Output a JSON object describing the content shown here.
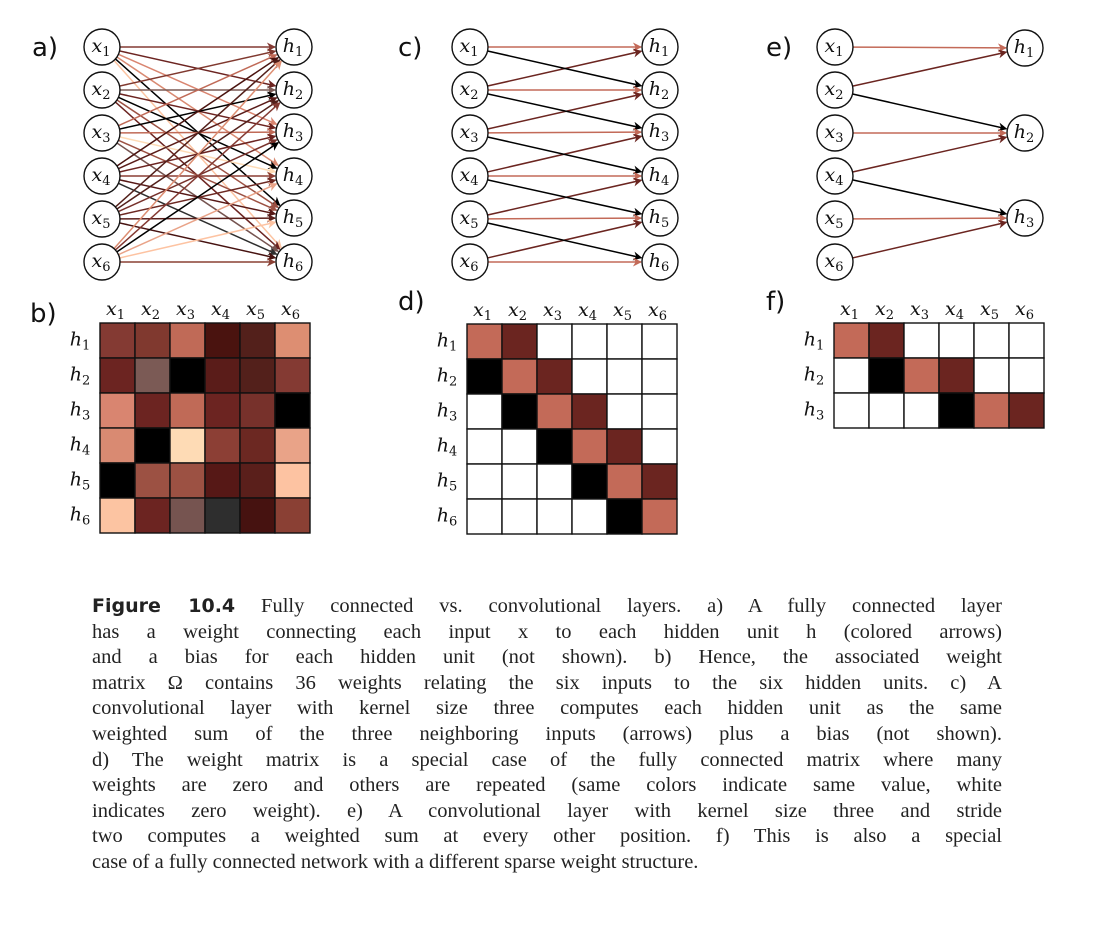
{
  "figure": {
    "number_label": "Figure 10.4",
    "caption_lines": [
      " Fully connected vs. convolutional layers. a) A fully connected layer",
      "has a weight connecting each input x to each hidden unit h (colored arrows)",
      "and a bias for each hidden unit (not shown). b) Hence, the associated weight",
      "matrix Ω contains 36 weights relating the six inputs to the six hidden units. c) A",
      "convolutional layer with kernel size three computes each hidden unit as the same",
      "weighted sum of the three neighboring inputs (arrows) plus a bias (not shown).",
      "d) The weight matrix is a special case of the fully connected matrix where many",
      "weights are zero and others are repeated (same colors indicate same value, white",
      "indicates zero weight). e) A convolutional layer with kernel size three and stride",
      "two computes a weighted sum at every other position. f) This is also a special",
      "case of a fully connected network with a different sparse weight structure."
    ]
  },
  "colors": {
    "kernel_left": "#c36a58",
    "kernel_mid": "#6b2520",
    "kernel_right": "#000000",
    "zero": "#ffffff"
  },
  "panels": {
    "a": {
      "label": "a)",
      "inputs": [
        "x1",
        "x2",
        "x3",
        "x4",
        "x5",
        "x6"
      ],
      "hiddens": [
        "h1",
        "h2",
        "h3",
        "h4",
        "h5",
        "h6"
      ]
    },
    "b": {
      "label": "b)",
      "col_labels": [
        "x1",
        "x2",
        "x3",
        "x4",
        "x5",
        "x6"
      ],
      "row_labels": [
        "h1",
        "h2",
        "h3",
        "h4",
        "h5",
        "h6"
      ],
      "cells": [
        [
          "#843a33",
          "#80392f",
          "#c06a57",
          "#4a130f",
          "#53201b",
          "#dd8e72"
        ],
        [
          "#6c2421",
          "#7b5a55",
          "#000000",
          "#5a1c19",
          "#53201b",
          "#843a33"
        ],
        [
          "#d98570",
          "#6c2421",
          "#c06a57",
          "#6c2421",
          "#77312b",
          "#000000"
        ],
        [
          "#d98a72",
          "#000000",
          "#fedbb5",
          "#8c3f35",
          "#6c2822",
          "#e9a388"
        ],
        [
          "#000000",
          "#9c5143",
          "#9c5143",
          "#561816",
          "#5a1f1b",
          "#fdc3a2"
        ],
        [
          "#fcc4a2",
          "#6c2421",
          "#765450",
          "#2e2e2e",
          "#461210",
          "#8a4034"
        ]
      ]
    },
    "c": {
      "label": "c)",
      "inputs": [
        "x1",
        "x2",
        "x3",
        "x4",
        "x5",
        "x6"
      ],
      "hiddens": [
        "h1",
        "h2",
        "h3",
        "h4",
        "h5",
        "h6"
      ]
    },
    "d": {
      "label": "d)",
      "col_labels": [
        "x1",
        "x2",
        "x3",
        "x4",
        "x5",
        "x6"
      ],
      "row_labels": [
        "h1",
        "h2",
        "h3",
        "h4",
        "h5",
        "h6"
      ],
      "pattern": [
        [
          "L",
          "M",
          "0",
          "0",
          "0",
          "0"
        ],
        [
          "R",
          "L",
          "M",
          "0",
          "0",
          "0"
        ],
        [
          "0",
          "R",
          "L",
          "M",
          "0",
          "0"
        ],
        [
          "0",
          "0",
          "R",
          "L",
          "M",
          "0"
        ],
        [
          "0",
          "0",
          "0",
          "R",
          "L",
          "M"
        ],
        [
          "0",
          "0",
          "0",
          "0",
          "R",
          "L"
        ]
      ]
    },
    "e": {
      "label": "e)",
      "inputs": [
        "x1",
        "x2",
        "x3",
        "x4",
        "x5",
        "x6"
      ],
      "hiddens": [
        "h1",
        "h2",
        "h3"
      ]
    },
    "f": {
      "label": "f)",
      "col_labels": [
        "x1",
        "x2",
        "x3",
        "x4",
        "x5",
        "x6"
      ],
      "row_labels": [
        "h1",
        "h2",
        "h3"
      ],
      "pattern": [
        [
          "L",
          "M",
          "0",
          "0",
          "0",
          "0"
        ],
        [
          "0",
          "R",
          "L",
          "M",
          "0",
          "0"
        ],
        [
          "0",
          "0",
          "0",
          "R",
          "L",
          "M"
        ]
      ]
    }
  }
}
